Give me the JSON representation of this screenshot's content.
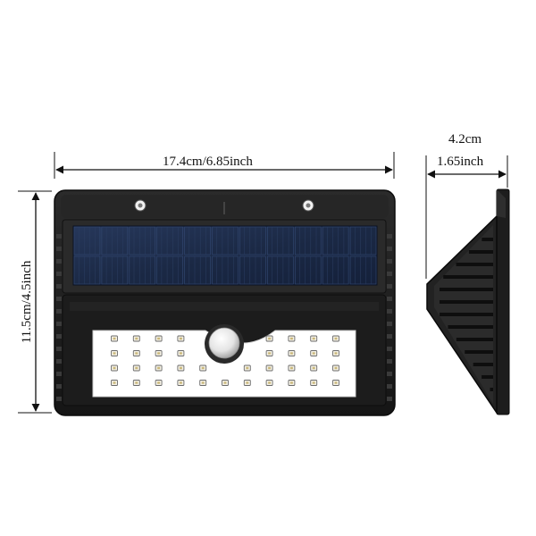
{
  "dimensions": {
    "width": "17.4cm/6.85inch",
    "height": "11.5cm/4.5inch",
    "depth_cm": "4.2cm",
    "depth_inch": "1.65inch"
  },
  "colors": {
    "body": "#1e1e1e",
    "panel": "#1c2a45",
    "led_face": "#ffffff",
    "line": "#111111"
  },
  "led_rows": [
    [
      1,
      1,
      1,
      1,
      0,
      0,
      0,
      1,
      1,
      1,
      1
    ],
    [
      1,
      1,
      1,
      1,
      0,
      0,
      0,
      1,
      1,
      1,
      1
    ],
    [
      1,
      1,
      1,
      1,
      1,
      0,
      1,
      1,
      1,
      1,
      1
    ],
    [
      1,
      1,
      1,
      1,
      1,
      1,
      1,
      1,
      1,
      1,
      1
    ]
  ]
}
